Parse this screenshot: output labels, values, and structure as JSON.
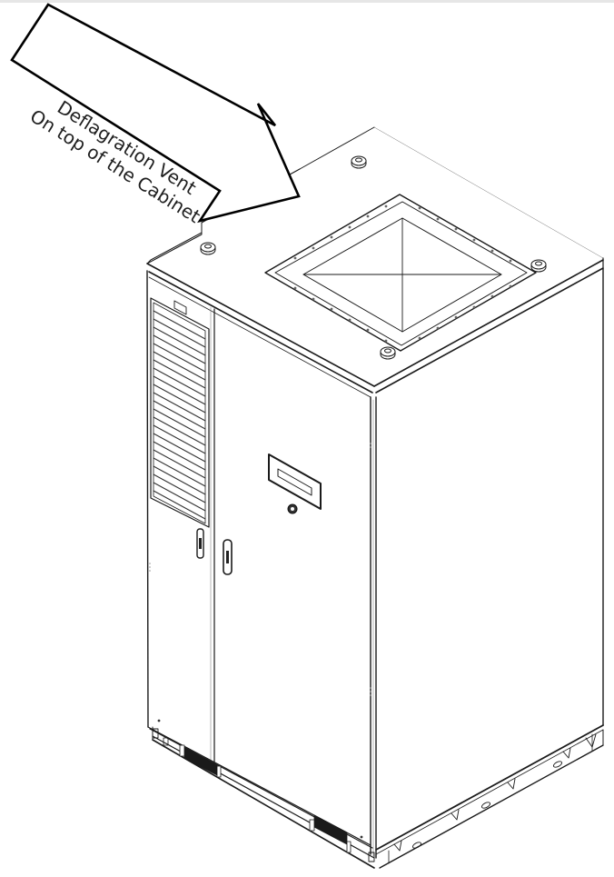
{
  "figure": {
    "subject": "Isometric line drawing of an outdoor battery/power cabinet",
    "callout": {
      "line1": "Deflagration Vent",
      "line2": "On top of the Cabinet",
      "shape": "arrow",
      "points_to": "deflagration-vent"
    },
    "components": {
      "top_panel": "cabinet-top",
      "vent": "deflagration-vent",
      "lifting_eyes": 4,
      "left_door_louver_slats": 24,
      "display_window": "display-panel",
      "key_lock": "key-switch",
      "door_handles": 2,
      "base_vents": 2
    },
    "colors": {
      "line": "#1a1a1a",
      "fill": "#ffffff",
      "topbar": "#e6e6e6"
    }
  }
}
